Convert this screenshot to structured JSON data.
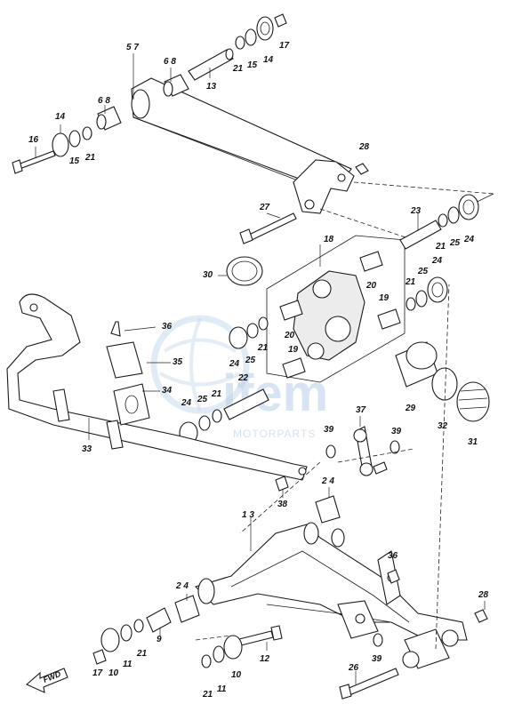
{
  "diagram": {
    "callouts": [
      {
        "id": "c-5-7",
        "text": "5 7"
      },
      {
        "id": "c-6-8-top",
        "text": "6 8"
      },
      {
        "id": "c-6-8-left",
        "text": "6 8"
      },
      {
        "id": "c-13",
        "text": "13"
      },
      {
        "id": "c-21-a",
        "text": "21"
      },
      {
        "id": "c-15-a",
        "text": "15"
      },
      {
        "id": "c-14-a",
        "text": "14"
      },
      {
        "id": "c-17-a",
        "text": "17"
      },
      {
        "id": "c-14-b",
        "text": "14"
      },
      {
        "id": "c-16",
        "text": "16"
      },
      {
        "id": "c-15-b",
        "text": "15"
      },
      {
        "id": "c-21-b",
        "text": "21"
      },
      {
        "id": "c-28-a",
        "text": "28"
      },
      {
        "id": "c-27",
        "text": "27"
      },
      {
        "id": "c-23",
        "text": "23"
      },
      {
        "id": "c-21-c",
        "text": "21"
      },
      {
        "id": "c-25-a",
        "text": "25"
      },
      {
        "id": "c-24-a",
        "text": "24"
      },
      {
        "id": "c-18",
        "text": "18"
      },
      {
        "id": "c-30",
        "text": "30"
      },
      {
        "id": "c-20-a",
        "text": "20"
      },
      {
        "id": "c-24-b",
        "text": "24"
      },
      {
        "id": "c-25-b",
        "text": "25"
      },
      {
        "id": "c-21-d",
        "text": "21"
      },
      {
        "id": "c-19-a",
        "text": "19"
      },
      {
        "id": "c-36-a",
        "text": "36"
      },
      {
        "id": "c-20-b",
        "text": "20"
      },
      {
        "id": "c-21-e",
        "text": "21"
      },
      {
        "id": "c-35",
        "text": "35"
      },
      {
        "id": "c-24-c",
        "text": "24"
      },
      {
        "id": "c-25-c",
        "text": "25"
      },
      {
        "id": "c-19-b",
        "text": "19"
      },
      {
        "id": "c-22",
        "text": "22"
      },
      {
        "id": "c-34",
        "text": "34"
      },
      {
        "id": "c-21-f",
        "text": "21"
      },
      {
        "id": "c-25-d",
        "text": "25"
      },
      {
        "id": "c-24-d",
        "text": "24"
      },
      {
        "id": "c-29",
        "text": "29"
      },
      {
        "id": "c-37",
        "text": "37"
      },
      {
        "id": "c-32",
        "text": "32"
      },
      {
        "id": "c-31",
        "text": "31"
      },
      {
        "id": "c-39-a",
        "text": "39"
      },
      {
        "id": "c-39-b",
        "text": "39"
      },
      {
        "id": "c-33",
        "text": "33"
      },
      {
        "id": "c-38-a",
        "text": "38"
      },
      {
        "id": "c-2-4-a",
        "text": "2 4"
      },
      {
        "id": "c-1-3",
        "text": "1 3"
      },
      {
        "id": "c-36-b",
        "text": "36"
      },
      {
        "id": "c-2-4-b",
        "text": "2 4"
      },
      {
        "id": "c-28-b",
        "text": "28"
      },
      {
        "id": "c-9",
        "text": "9"
      },
      {
        "id": "c-21-g",
        "text": "21"
      },
      {
        "id": "c-11-a",
        "text": "11"
      },
      {
        "id": "c-10-a",
        "text": "10"
      },
      {
        "id": "c-17-b",
        "text": "17"
      },
      {
        "id": "c-12",
        "text": "12"
      },
      {
        "id": "c-39-c",
        "text": "39"
      },
      {
        "id": "c-26",
        "text": "26"
      },
      {
        "id": "c-21-h",
        "text": "21"
      },
      {
        "id": "c-11-b",
        "text": "11"
      },
      {
        "id": "c-10-b",
        "text": "10"
      }
    ],
    "fwd_label": "FWD",
    "watermark_main": "ifem",
    "watermark_sub": "MOTORPARTS"
  },
  "colors": {
    "line": "#1a1a1a",
    "watermark": "#b9cfe6",
    "background": "#ffffff"
  }
}
